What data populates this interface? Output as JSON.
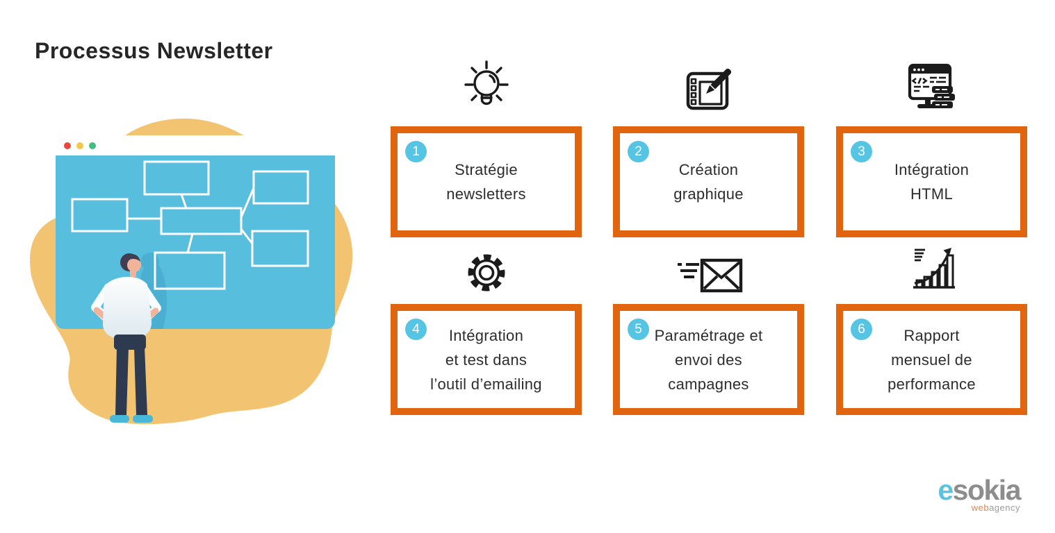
{
  "title": "Processus Newsletter",
  "steps": [
    {
      "number": "1",
      "label": "Stratégie\nnewsletters",
      "icon": "lightbulb-icon"
    },
    {
      "number": "2",
      "label": "Création\ngraphique",
      "icon": "drawing-tablet-icon"
    },
    {
      "number": "3",
      "label": "Intégration\nHTML",
      "icon": "code-browser-icon"
    },
    {
      "number": "4",
      "label": "Intégration\net test dans\nl’outil d’emailing",
      "icon": "gear-icon"
    },
    {
      "number": "5",
      "label": "Paramétrage et\nenvoi des\ncampagnes",
      "icon": "sending-email-icon"
    },
    {
      "number": "6",
      "label": "Rapport\nmensuel de\nperformance",
      "icon": "growth-chart-icon"
    }
  ],
  "logo": {
    "brand_first_letter": "e",
    "brand_rest": "sokia",
    "tagline_web": "web",
    "tagline_agency": "agency"
  },
  "colors": {
    "accent_orange": "#E1650F",
    "step_badge_blue": "#56C4E3",
    "board_blue": "#57BEDD",
    "blob_yellow": "#F2C471",
    "text_dark": "#2D2D2D",
    "logo_gray": "#8D8D8D",
    "logo_blue": "#5AC3E2",
    "logo_orange": "#E8823F"
  }
}
